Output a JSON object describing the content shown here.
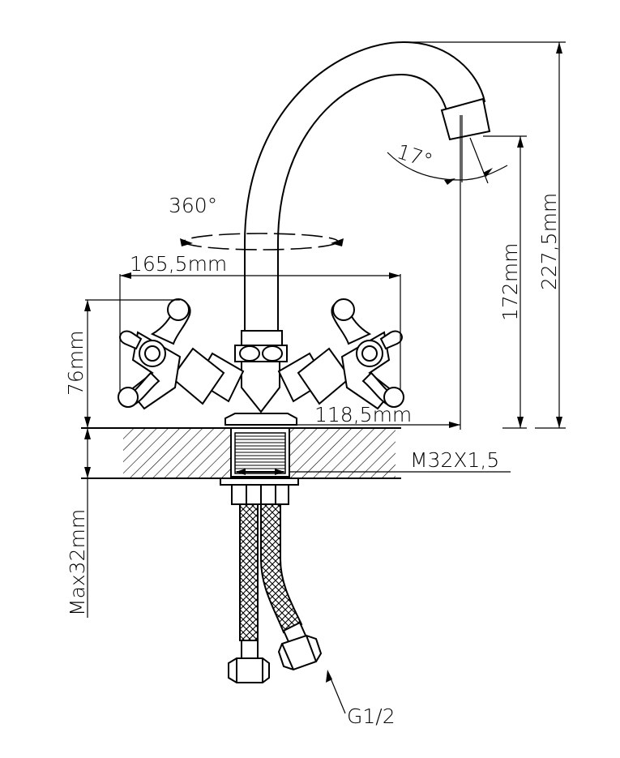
{
  "labels": {
    "rotation": "360°",
    "spout_angle": "17°",
    "handle_width": "165,5mm",
    "spout_reach": "118,5mm",
    "base_height": "76mm",
    "spout_height": "172mm",
    "total_height": "227,5mm",
    "thread": "M32X1,5",
    "max_counter": "Max32mm",
    "connector": "G1/2"
  }
}
